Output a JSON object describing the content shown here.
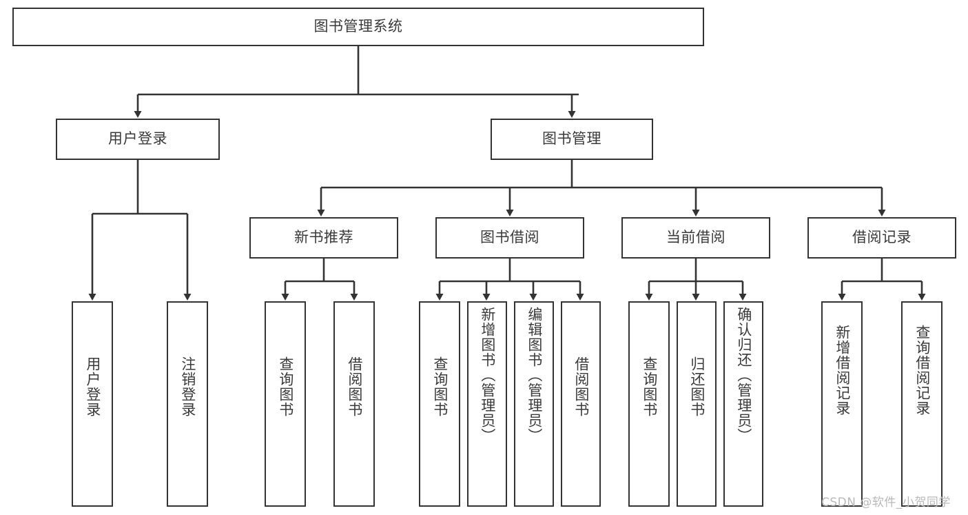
{
  "diagram": {
    "type": "tree-hierarchy",
    "title": "图书管理系统",
    "orientation": "top-down",
    "colors": {
      "box_border": "#333333",
      "box_fill": "#ffffff",
      "text": "#3a3a3a",
      "connector": "#333333",
      "watermark": "#b9b9b9",
      "background": "#ffffff"
    }
  },
  "root": {
    "label": "图书管理系统"
  },
  "level2": [
    {
      "id": "user-login",
      "label": "用户登录"
    },
    {
      "id": "book-management",
      "label": "图书管理"
    }
  ],
  "level3": [
    {
      "id": "new-book-recommend",
      "label": "新书推荐"
    },
    {
      "id": "book-borrow",
      "label": "图书借阅"
    },
    {
      "id": "current-borrow",
      "label": "当前借阅"
    },
    {
      "id": "borrow-record",
      "label": "借阅记录"
    }
  ],
  "leaves": {
    "user_login": [
      {
        "id": "leaf-user-login",
        "label": "用户登录"
      },
      {
        "id": "leaf-logout-login",
        "label": "注销登录"
      }
    ],
    "new_book_recommend": [
      {
        "id": "leaf-query-book-1",
        "label": "查询图书"
      },
      {
        "id": "leaf-borrow-book-1",
        "label": "借阅图书"
      }
    ],
    "book_borrow": [
      {
        "id": "leaf-query-book-2",
        "label": "查询图书"
      },
      {
        "id": "leaf-add-book",
        "label": "新增图书（管理员）"
      },
      {
        "id": "leaf-edit-book",
        "label": "编辑图书（管理员）"
      },
      {
        "id": "leaf-borrow-book-2",
        "label": "借阅图书"
      }
    ],
    "current_borrow": [
      {
        "id": "leaf-query-book-3",
        "label": "查询图书"
      },
      {
        "id": "leaf-return-book",
        "label": "归还图书"
      },
      {
        "id": "leaf-confirm-return",
        "label": "确认归还（管理员）"
      }
    ],
    "borrow_record": [
      {
        "id": "leaf-add-record",
        "label": "新增借阅记录"
      },
      {
        "id": "leaf-query-record",
        "label": "查询借阅记录"
      }
    ]
  },
  "watermark": {
    "text": "CSDN @软件_小贺同学"
  }
}
